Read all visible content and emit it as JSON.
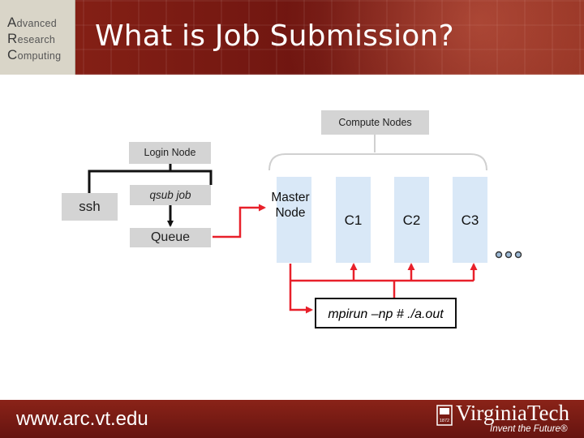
{
  "header": {
    "logo": {
      "line1": "Advanced",
      "line2": "Research",
      "line3": "Computing"
    },
    "title": "What is Job Submission?"
  },
  "diagram": {
    "compute_nodes_label": "Compute Nodes",
    "login_node_label": "Login Node",
    "ssh_label": "ssh",
    "qsub_label": "qsub job",
    "queue_label": "Queue",
    "master_node_label_line1": "Master",
    "master_node_label_line2": "Node",
    "nodes": [
      "C1",
      "C2",
      "C3"
    ],
    "ellipsis": "...",
    "mpirun_label": "mpirun –np # ./a.out",
    "colors": {
      "arrow_red": "#e8202a",
      "node_blue": "#d9e8f7",
      "label_gray": "#d4d4d4"
    }
  },
  "footer": {
    "url": "www.arc.vt.edu",
    "brand": "VirginiaTech",
    "tagline": "Invent the Future®",
    "seal_year": "1872"
  }
}
